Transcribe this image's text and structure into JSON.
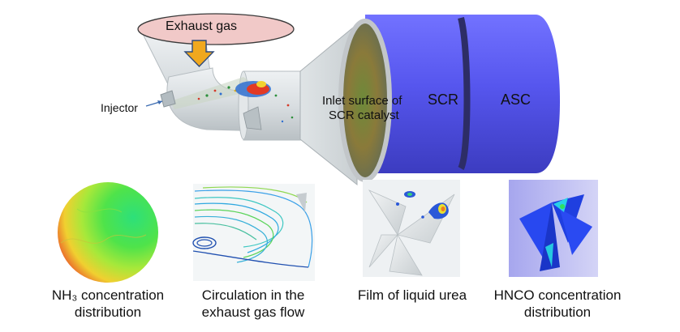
{
  "main_diagram": {
    "exhaust_label": "Exhaust gas",
    "injector_label": "Injector",
    "inlet_label_line1": "Inlet surface of",
    "inlet_label_line2": "SCR catalyst",
    "scr_label": "SCR",
    "asc_label": "ASC"
  },
  "panels": [
    {
      "caption_line1": "NH₃ concentration",
      "caption_line2": "distribution"
    },
    {
      "caption_line1": "Circulation in the",
      "caption_line2": "exhaust gas flow"
    },
    {
      "caption_line1": "Film of liquid urea",
      "caption_line2": ""
    },
    {
      "caption_line1": "HNCO concentration",
      "caption_line2": "distribution"
    }
  ],
  "colors": {
    "inlet_disc": "#f1c9c8",
    "arrow": "#f0a81e",
    "catalyst": "#5b5bf0",
    "catalyst_band": "#30306a",
    "pipe": "#d7dde0"
  }
}
